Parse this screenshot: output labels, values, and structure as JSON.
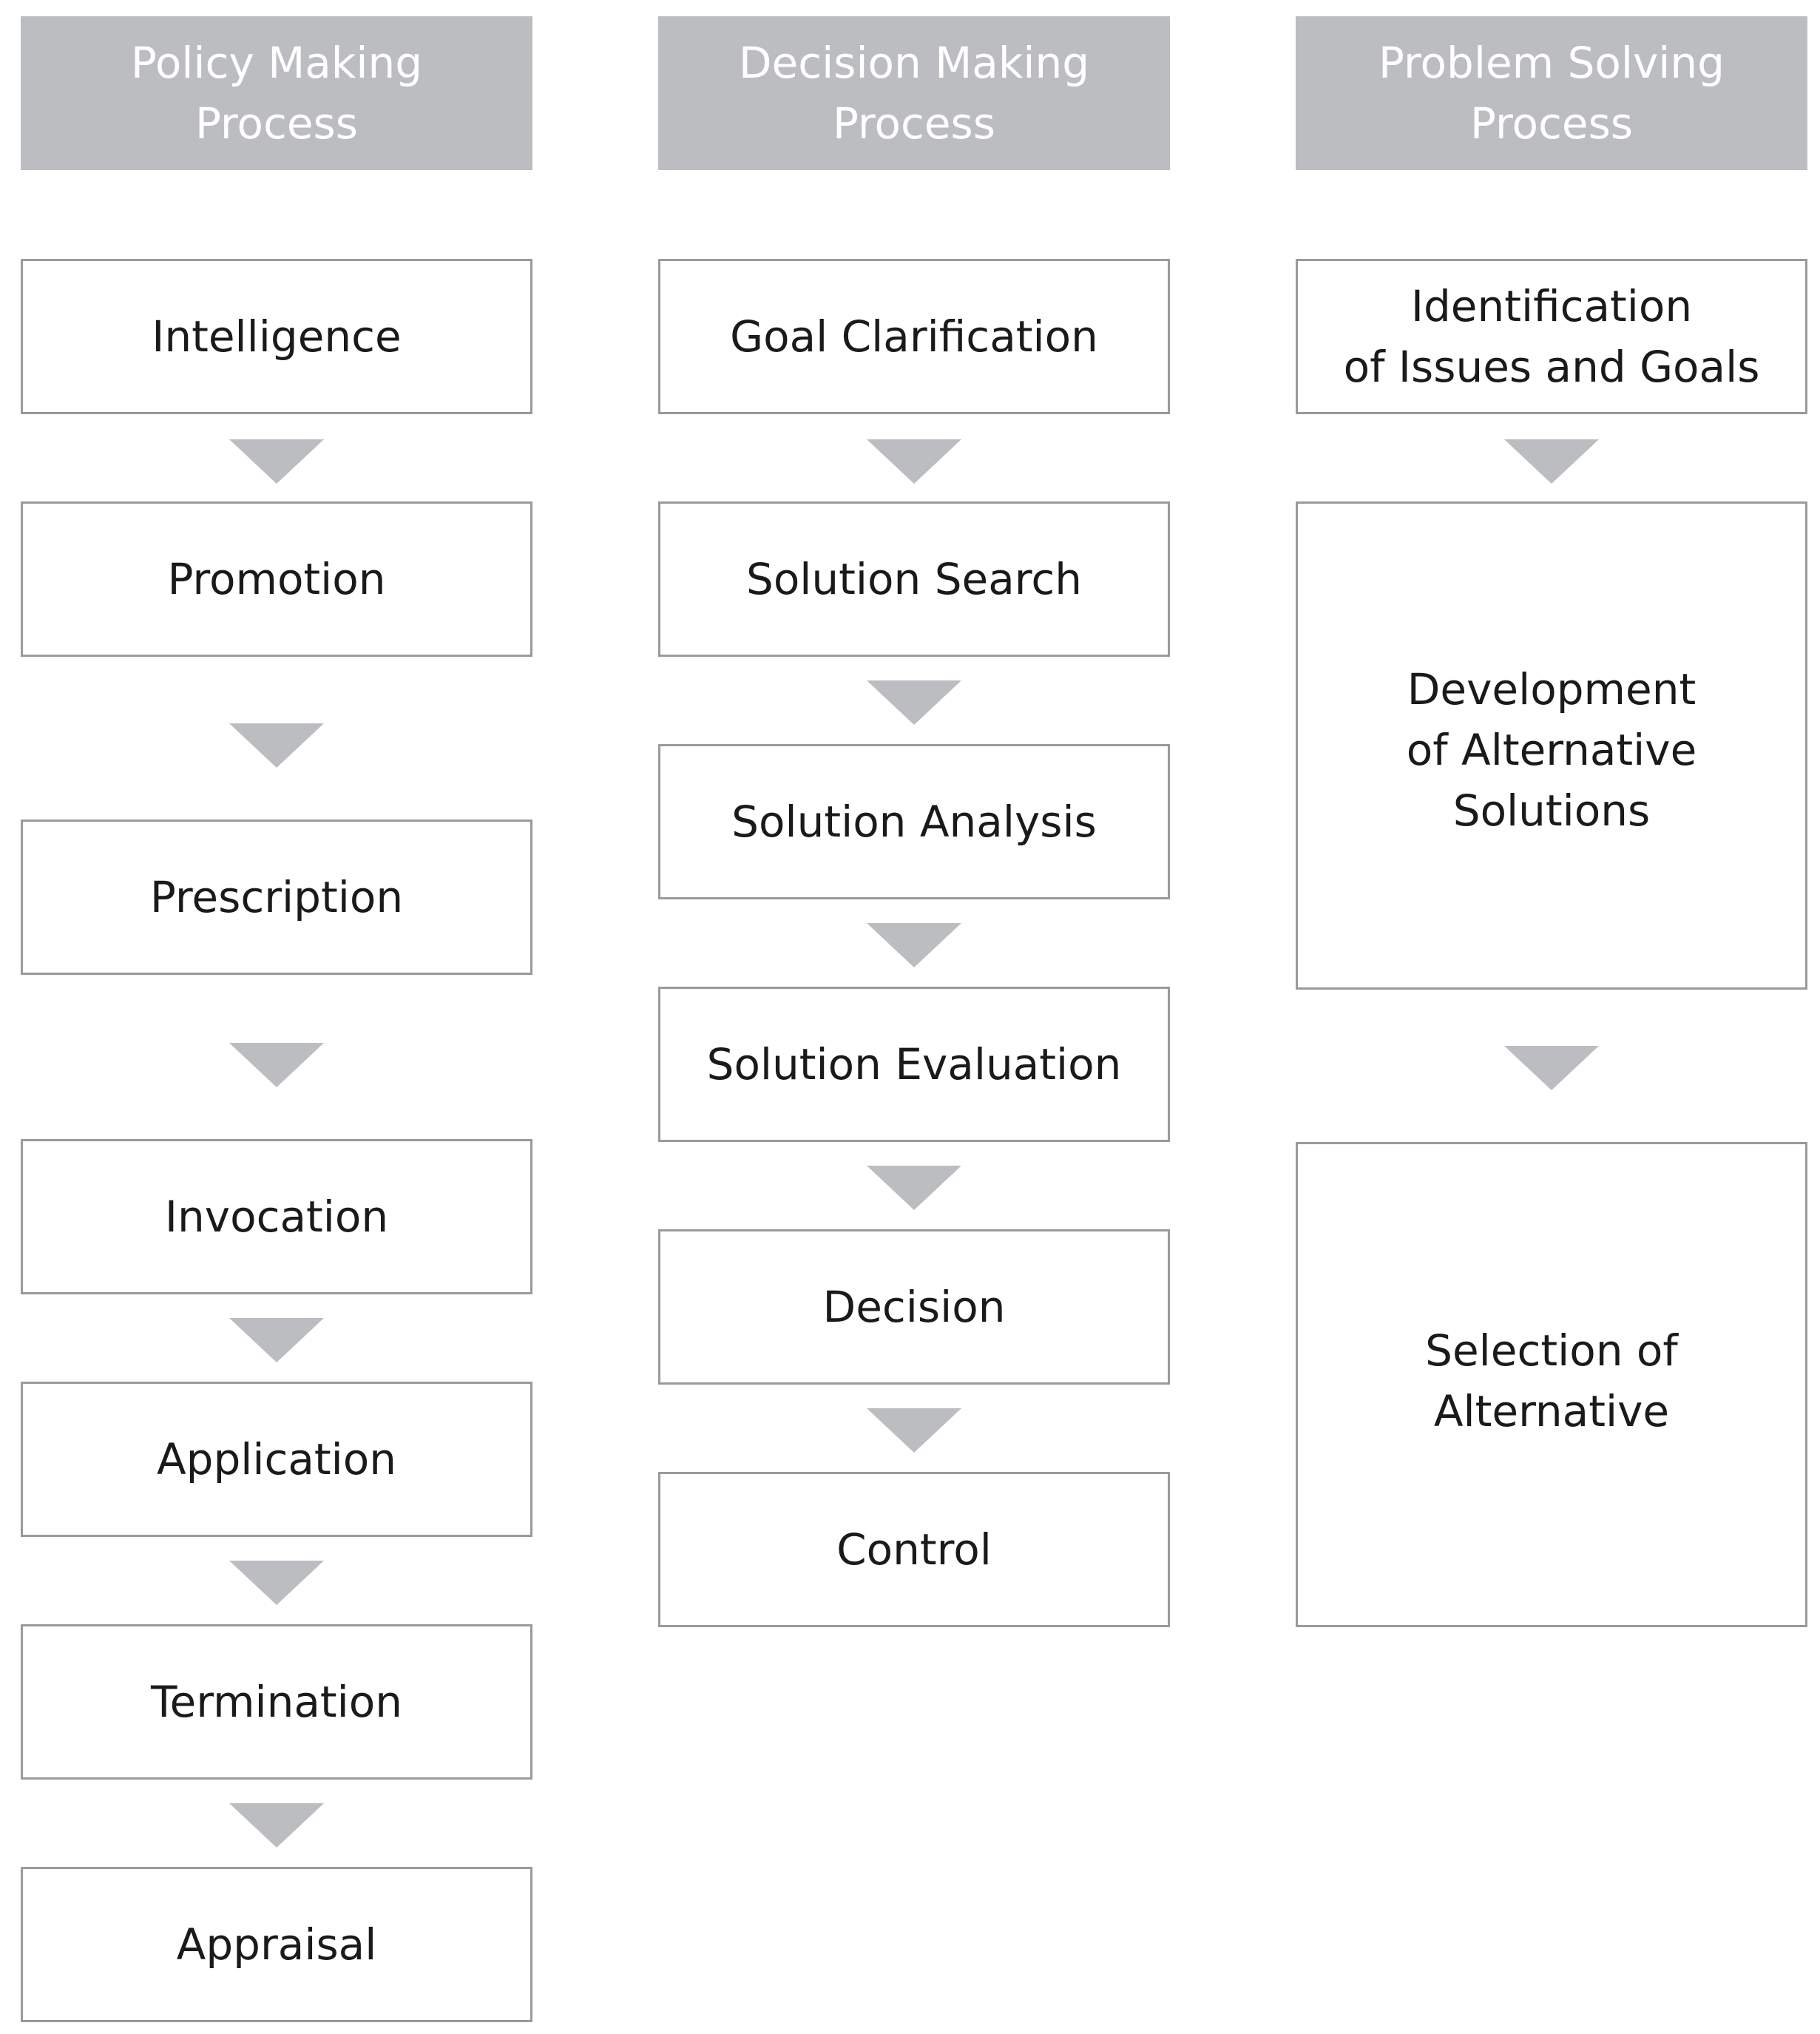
{
  "columns": [
    {
      "header": "Policy Making\nProcess",
      "steps": [
        "Intelligence",
        "Promotion",
        "Prescription",
        "Invocation",
        "Application",
        "Termination",
        "Appraisal"
      ]
    },
    {
      "header": "Decision Making\nProcess",
      "steps": [
        "Goal Clarification",
        "Solution Search",
        "Solution Analysis",
        "Solution Evaluation",
        "Decision",
        "Control"
      ]
    },
    {
      "header": "Problem Solving\nProcess",
      "steps": [
        "Identification\nof Issues and Goals",
        "Development\nof Alternative\nSolutions",
        "Selection of\nAlternative"
      ]
    }
  ],
  "colors": {
    "header_fill": "#bcbdc0",
    "header_text": "#ffffff",
    "box_border": "#9a9a9a",
    "arrow_fill": "#bcbdc0"
  }
}
